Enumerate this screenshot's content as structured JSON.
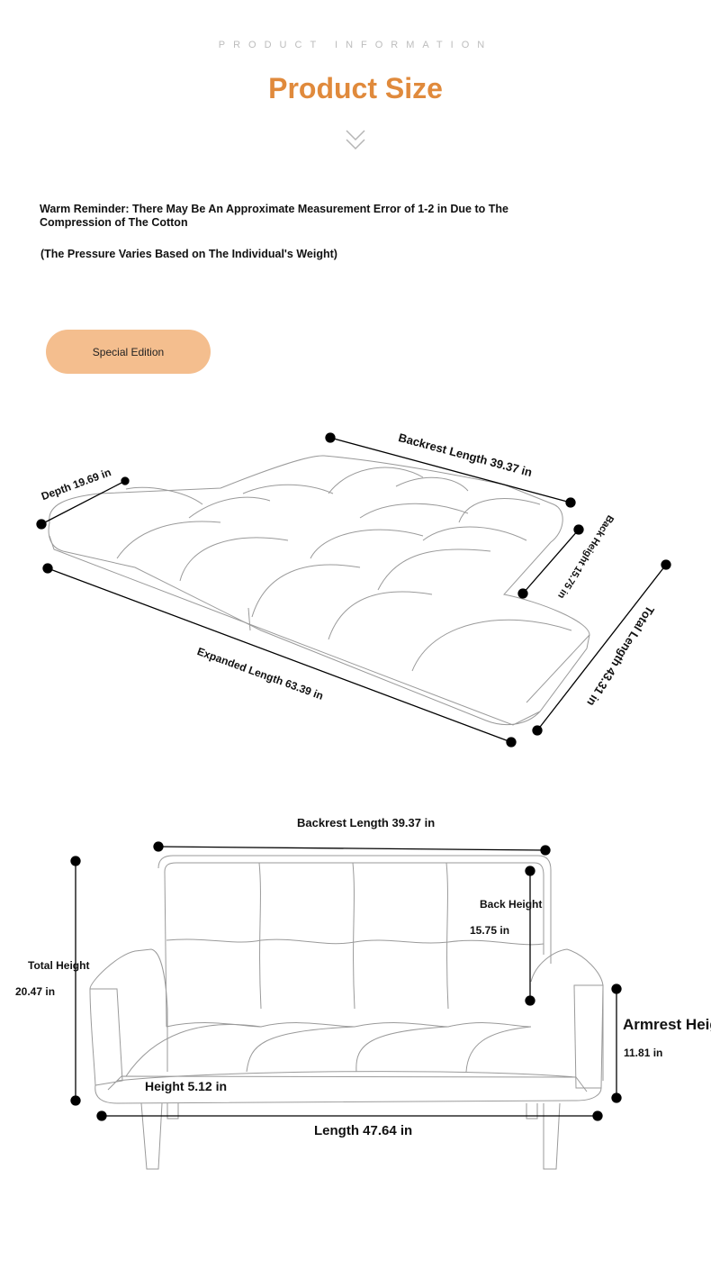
{
  "header": {
    "kicker": "PRODUCT INFORMATION",
    "title": "Product Size"
  },
  "reminder": {
    "text": "Warm Reminder: There May Be An Approximate Measurement Error of 1-2 in Due to The Compression of The Cotton",
    "note": "(The Pressure Varies Based on The Individual's Weight)"
  },
  "edition_button": "Special Edition",
  "flat_view": {
    "backrest_length": "Backrest Length 39.37 in",
    "depth": "Depth 19.69 in",
    "back_height": "Back Height 15.75 in",
    "total_length": "Total Length 43.31 in",
    "expanded_length": "Expanded Length 63.39 in"
  },
  "front_view": {
    "backrest_length": "Backrest Length 39.37 in",
    "back_height_label": "Back Height",
    "back_height_value": "15.75 in",
    "total_height_label": "Total Height",
    "total_height_value": "20.47 in",
    "armrest_height_label": "Armrest Height",
    "armrest_height_value": "11.81 in",
    "seat_height": "Height 5.12 in",
    "length": "Length 47.64 in"
  },
  "colors": {
    "accent": "#e08a3c",
    "button": "#f4be8e",
    "line_art": "#9a9a9a"
  },
  "icons": [
    "double-chevron-down-icon"
  ]
}
